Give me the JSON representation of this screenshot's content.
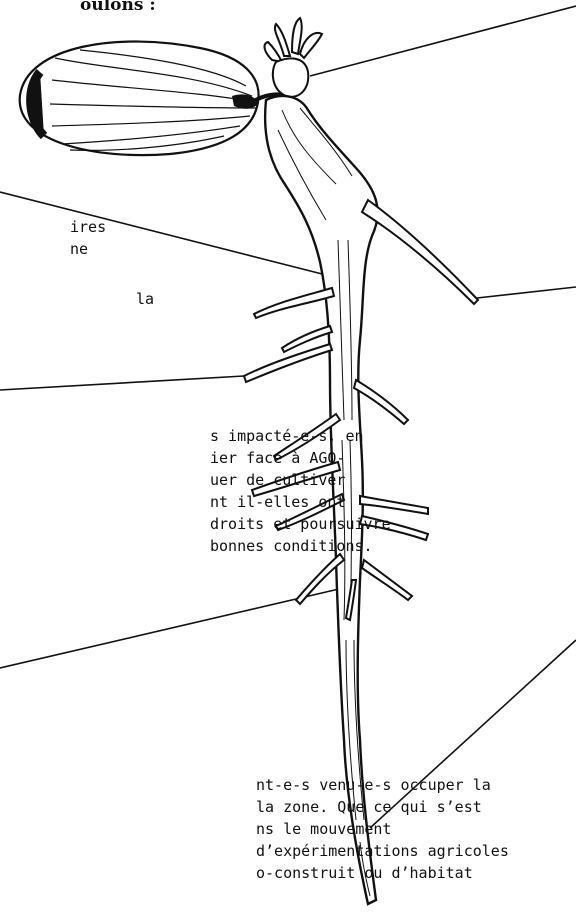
{
  "heading": "oulons :",
  "fragments": [
    "ires\nne",
    "la",
    "s impacté-e-s, en\nier face à AGO-\nuer de cultiver\nnt il-elles ont\ndroits et poursuivre\nbonnes conditions.",
    "nt-e-s venu-e-s occuper la\nla zone. Que ce qui s’est\nns le mouvement\nd’expérimentations agricoles\no-construit ou d’habitat"
  ],
  "colors": {
    "ink": "#111111",
    "paper": "#ffffff"
  }
}
